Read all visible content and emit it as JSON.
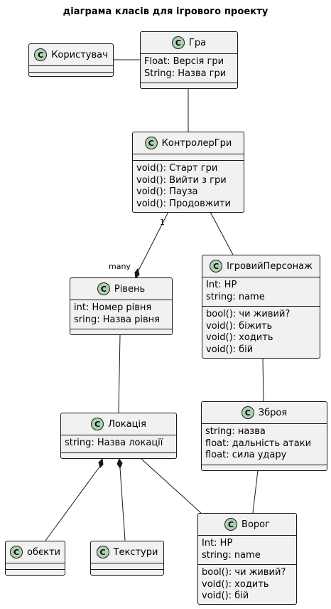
{
  "title": "діаграма класів для ігрового проекту",
  "class_badge": "C",
  "classes": {
    "korystuvach": {
      "name": "Користувач",
      "attributes": [],
      "methods": []
    },
    "gra": {
      "name": "Гра",
      "attributes": [
        "Float: Версія гри",
        "String: Назва гри"
      ],
      "methods": []
    },
    "kontroler": {
      "name": "КонтролерГри",
      "attributes": [],
      "methods": [
        "void(): Старт гри",
        "void(): Вийти з гри",
        "void(): Пауза",
        "void(): Продовжити"
      ]
    },
    "riven": {
      "name": "Рівень",
      "attributes": [
        "int: Номер рівня",
        "sring: Назва рівня"
      ],
      "methods": []
    },
    "personazh": {
      "name": "ІгровийПерсонаж",
      "attributes": [
        "Int: HP",
        "string: name"
      ],
      "methods": [
        "bool(): чи живий?",
        "void(): біжить",
        "void(): ходить",
        "void(): бій"
      ]
    },
    "lokatsiia": {
      "name": "Локація",
      "attributes": [
        "string: Назва локації"
      ],
      "methods": []
    },
    "zbroia": {
      "name": "Зброя",
      "attributes": [
        "string: назва",
        "float: дальність атаки",
        "float: сила удару"
      ],
      "methods": []
    },
    "obiekty": {
      "name": "обєкти",
      "attributes": [],
      "methods": []
    },
    "tekstury": {
      "name": "Текстури",
      "attributes": [],
      "methods": []
    },
    "voroh": {
      "name": "Ворог",
      "attributes": [
        "Int: HP",
        "string: name"
      ],
      "methods": [
        "bool(): чи живий?",
        "void(): ходить",
        "void(): бій"
      ]
    }
  },
  "relations": [
    {
      "from": "korystuvach",
      "to": "gra",
      "type": "association"
    },
    {
      "from": "gra",
      "to": "kontroler",
      "type": "association"
    },
    {
      "from": "kontroler",
      "to": "riven",
      "type": "composition",
      "from_label": "1",
      "to_label": "many"
    },
    {
      "from": "kontroler",
      "to": "personazh",
      "type": "association"
    },
    {
      "from": "riven",
      "to": "lokatsiia",
      "type": "association"
    },
    {
      "from": "personazh",
      "to": "zbroia",
      "type": "association"
    },
    {
      "from": "lokatsiia",
      "to": "obiekty",
      "type": "composition"
    },
    {
      "from": "lokatsiia",
      "to": "tekstury",
      "type": "composition"
    },
    {
      "from": "lokatsiia",
      "to": "voroh",
      "type": "association"
    },
    {
      "from": "zbroia",
      "to": "voroh",
      "type": "association"
    }
  ]
}
